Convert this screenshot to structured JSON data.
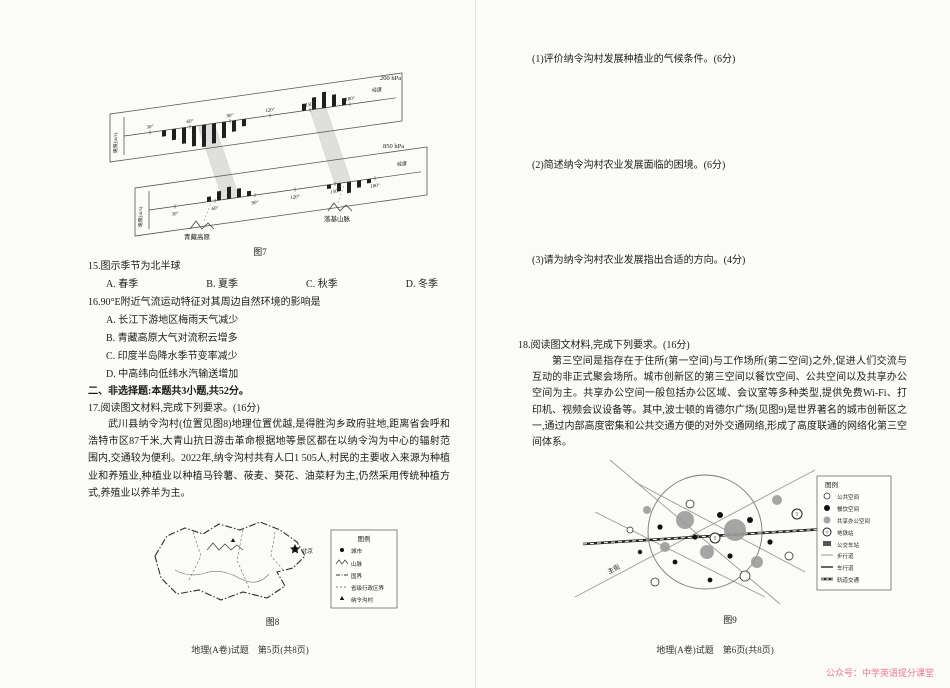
{
  "left": {
    "fig7": {
      "caption": "图7",
      "pressure_top": "200 hPa",
      "pressure_bottom": "850 hPa",
      "xaxis_label_top": "经度",
      "xaxis_label_bottom": "经度",
      "yaxis_label_top": "速度(m/s)",
      "yaxis_label_bottom": "速度(m/s)",
      "ticks": [
        "30°",
        "60°",
        "90°",
        "120°",
        "150°",
        "180°"
      ],
      "ground_left": "青藏高原",
      "ground_right": "落基山脉"
    },
    "q15": {
      "stem": "15.图示季节为北半球",
      "options": [
        "A. 春季",
        "B. 夏季",
        "C. 秋季",
        "D. 冬季"
      ]
    },
    "q16": {
      "stem": "16.90°E附近气流运动特征对其周边自然环境的影响是",
      "options": [
        "A. 长江下游地区梅雨天气减少",
        "B. 青藏高原大气对流积云增多",
        "C. 印度半岛降水季节变率减少",
        "D. 中高纬向低纬水汽输送增加"
      ]
    },
    "section_title": "二、非选择题:本题共3小题,共52分。",
    "q17": {
      "header": "17.阅读图文材料,完成下列要求。(16分)",
      "body": "武川县纳令沟村(位置见图8)地理位置优越,是得胜沟乡政府驻地,距离省会呼和浩特市区87千米,大青山抗日游击革命根据地等景区都在以纳令沟为中心的辐射范围内,交通较为便利。2022年,纳令沟村共有人口1 505人,村民的主要收入来源为种植业和养殖业,种植业以种植马铃薯、莜麦、葵花、油菜籽为主,仍然采用传统种植方式,养殖业以养羊为主。"
    },
    "fig8": {
      "caption": "图8",
      "legend_title": "图例",
      "legend": [
        "城市",
        "山脉",
        "国界",
        "省级行政区界",
        "纳令沟村"
      ],
      "city_label": "北京"
    },
    "footer": "地理(A卷)试题　第5页(共8页)"
  },
  "right": {
    "q17_parts": [
      "(1)评价纳令沟村发展种植业的气候条件。(6分)",
      "(2)简述纳令沟村农业发展面临的困境。(6分)",
      "(3)请为纳令沟村农业发展指出合适的方向。(4分)"
    ],
    "q18": {
      "header": "18.阅读图文材料,完成下列要求。(16分)",
      "body": "第三空间是指存在于住所(第一空间)与工作场所(第二空间)之外,促进人们交流与互动的非正式聚会场所。城市创新区的第三空间以餐饮空间、公共空间以及共享办公空间为主。共享办公空间一般包括办公区域、会议室等多种类型,提供免费Wi-Fi、打印机、视频会议设备等。其中,波士顿的肯德尔广场(见图9)是世界著名的城市创新区之一,通过内部高度密集和公共交通方便的对外交通网络,形成了高度联通的网络化第三空间体系。"
    },
    "fig9": {
      "caption": "图9",
      "street_label": "主街",
      "legend_title": "图例",
      "legend": [
        "公共空间",
        "餐饮空间",
        "共享办公空间",
        "地铁站",
        "公交车站",
        "步行道",
        "车行道",
        "轨道交通"
      ],
      "station_letter": "T"
    },
    "footer": "地理(A卷)试题　第6页(共8页)",
    "watermark": "公众号：中学英语提分课堂"
  }
}
